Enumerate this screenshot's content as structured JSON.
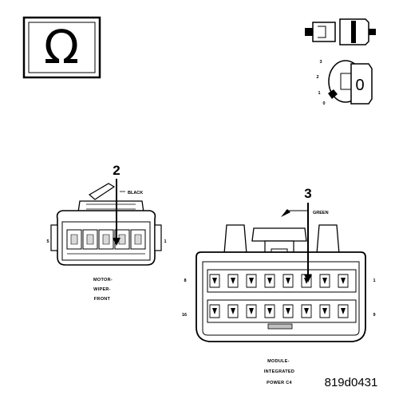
{
  "meter_icon": {
    "symbol": "Ω",
    "name": "ohmmeter-icon"
  },
  "ignition": {
    "positions": [
      "3",
      "2",
      "1",
      "0"
    ],
    "key_label": "0"
  },
  "wiper_connector": {
    "callout": "2",
    "color": "BLACK",
    "pin_left": "5",
    "pin_right": "1",
    "caption": [
      "MOTOR-",
      "WIPER-",
      "FRONT"
    ]
  },
  "power_connector": {
    "callout": "3",
    "color": "GREEN",
    "pin_top_left": "8",
    "pin_top_right": "1",
    "pin_bottom_left": "16",
    "pin_bottom_right": "9",
    "caption": [
      "MODULE-",
      "INTEGRATED",
      "POWER C4"
    ]
  },
  "figure_id": "819d0431"
}
